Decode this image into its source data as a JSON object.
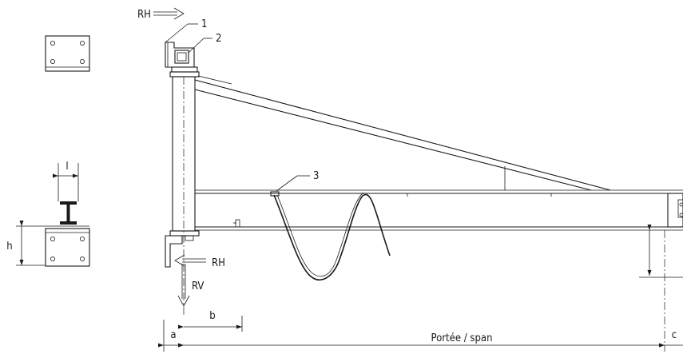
{
  "labels": {
    "rh_top": "RH",
    "rh_bottom": "RH",
    "rv": "RV",
    "callout_1": "1",
    "callout_2": "2",
    "callout_3": "3",
    "dim_l": "l",
    "dim_h": "h",
    "dim_a": "a",
    "dim_b": "b",
    "dim_c": "c",
    "dim_span": "Portée / span"
  },
  "colors": {
    "line": "#1a1a1a",
    "background": "#ffffff"
  }
}
